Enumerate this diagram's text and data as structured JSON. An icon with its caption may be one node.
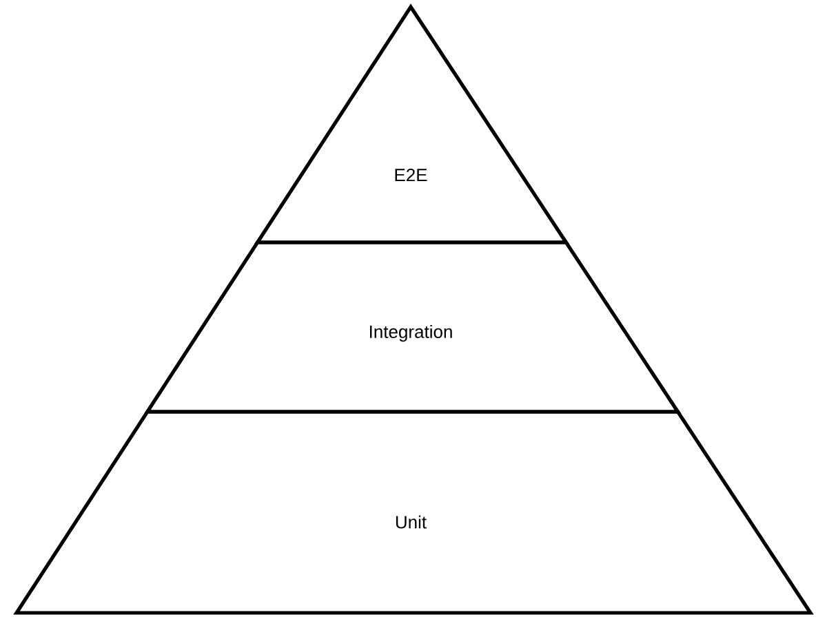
{
  "diagram": {
    "nodes": [
      {
        "text": [
          "E2E"
        ]
      },
      {
        "text": [
          "Integration"
        ]
      },
      {
        "text": [
          "Unit"
        ]
      }
    ]
  }
}
